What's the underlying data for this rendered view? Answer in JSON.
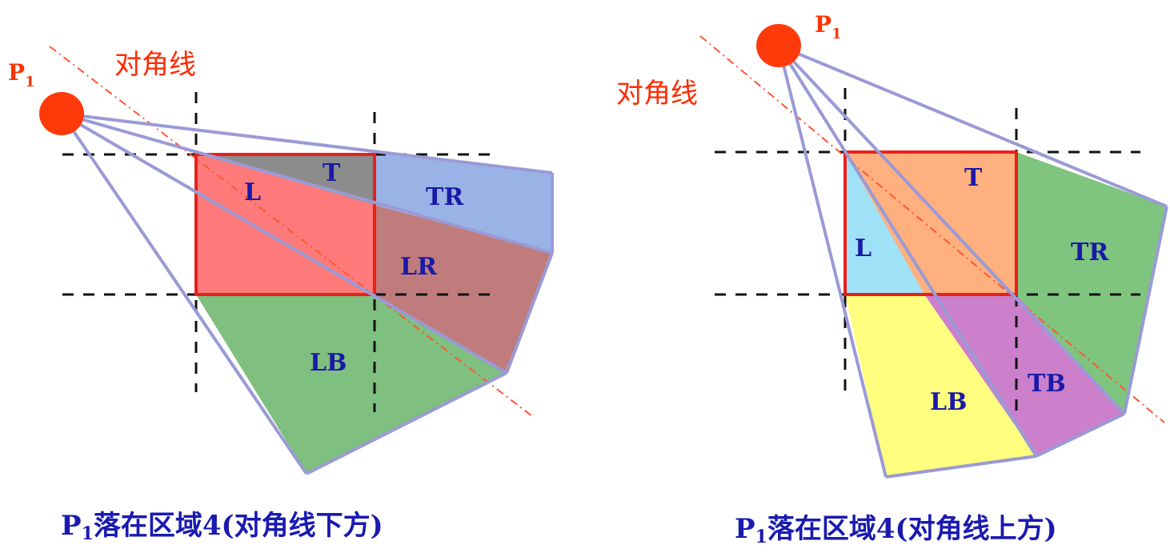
{
  "left": {
    "point_label": "P",
    "point_subscript": "1",
    "diagonal_label": "对角线",
    "regions": {
      "L": "L",
      "T": "T",
      "TR": "TR",
      "LR": "LR",
      "LB": "LB"
    },
    "caption_prefix": "P",
    "caption_subscript": "1",
    "caption_text": "落在区域4(对角线下方)"
  },
  "right": {
    "point_label": "P",
    "point_subscript": "1",
    "diagonal_label": "对角线",
    "regions": {
      "T": "T",
      "L": "L",
      "TR": "TR",
      "LB": "LB",
      "TB": "TB"
    },
    "caption_prefix": "P",
    "caption_subscript": "1",
    "caption_text": "落在区域4(对角线上方)"
  },
  "colors": {
    "rect_border": "#e8201a",
    "region_L_left": "#ff7b7b",
    "region_T_left": "#8c8c8c",
    "region_TR": "#9ab3e6",
    "region_LR": "#c07c7c",
    "region_LB_left": "#7fbf7f",
    "region_T_right": "#ffb07e",
    "region_L_right": "#9fe1f7",
    "region_TR_right": "#7fc47f",
    "region_LB_right": "#ffff7f",
    "region_TB": "#cc80cc",
    "projection_line": "#9a9ad6",
    "diagonal_line": "#ff5533",
    "point": "#ff3a0a"
  }
}
